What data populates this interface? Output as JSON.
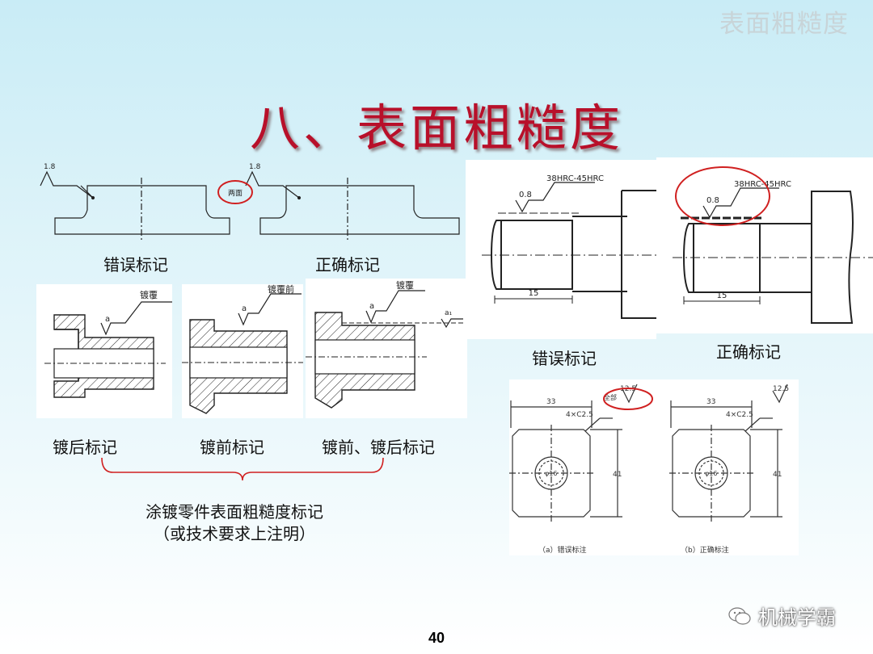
{
  "header": {
    "watermark": "表面粗糙度"
  },
  "slide": {
    "title": "八、表面粗糙度",
    "page_number": "40"
  },
  "top_left": {
    "wrong_caption": "错误标记",
    "right_caption": "正确标记",
    "roughness_value": "1.8",
    "two_sides_note": "两面"
  },
  "plating": {
    "captions": [
      "镀后标记",
      "镀前标记",
      "镀前、镀后标记"
    ],
    "labels": {
      "after": "镀覆",
      "before": "镀覆前",
      "both": "镀覆"
    },
    "symbol_a": "a",
    "symbol_a1": "a₁",
    "note_line1": "涂镀零件表面粗糙度标记",
    "note_line2": "（或技术要求上注明）"
  },
  "shaft": {
    "hardness": "38HRC-45HRC",
    "roughness": "0.8",
    "length": "15",
    "wrong_caption": "错误标记",
    "right_caption": "正确标记"
  },
  "plate": {
    "width": "33",
    "chamfer": "4×C2.5",
    "height": "41",
    "hole": "φ16",
    "roughness": "12.5",
    "rest_note": "全部",
    "caption_a": "（a）错误标注",
    "caption_b": "（b）正确标注"
  },
  "brand": {
    "name": "机械学霸"
  },
  "colors": {
    "title": "#b8102a",
    "highlight_circle": "#d02020"
  }
}
